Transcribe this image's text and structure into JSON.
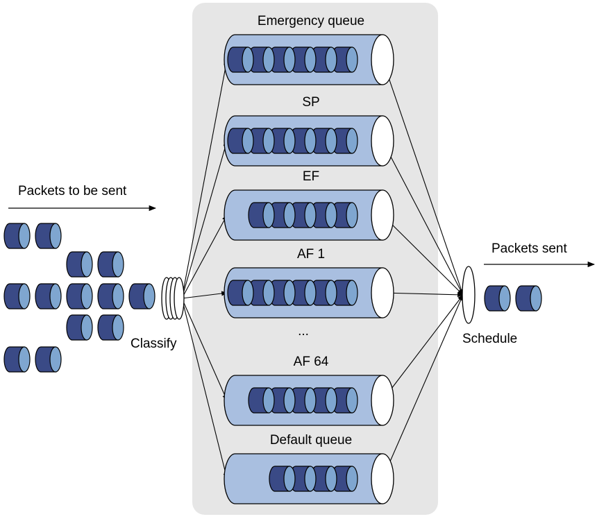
{
  "labels": {
    "packets_to_be_sent": "Packets to be sent",
    "packets_sent": "Packets sent",
    "classify": "Classify",
    "schedule": "Schedule",
    "ellipsis": "..."
  },
  "queues": [
    {
      "id": "emergency",
      "label": "Emergency queue",
      "packets": 6
    },
    {
      "id": "sp",
      "label": "SP",
      "packets": 6
    },
    {
      "id": "ef",
      "label": "EF",
      "packets": 5
    },
    {
      "id": "af1",
      "label": "AF 1",
      "packets": 6
    },
    {
      "id": "af64",
      "label": "AF 64",
      "packets": 5
    },
    {
      "id": "default",
      "label": "Default queue",
      "packets": 4
    }
  ],
  "colors": {
    "panel": "#e6e6e6",
    "queue_body": "#a9bfe0",
    "packet_dark": "#3a4a86",
    "packet_light": "#7fa6d0",
    "queue_end": "#ffffff",
    "stroke": "#000000"
  }
}
